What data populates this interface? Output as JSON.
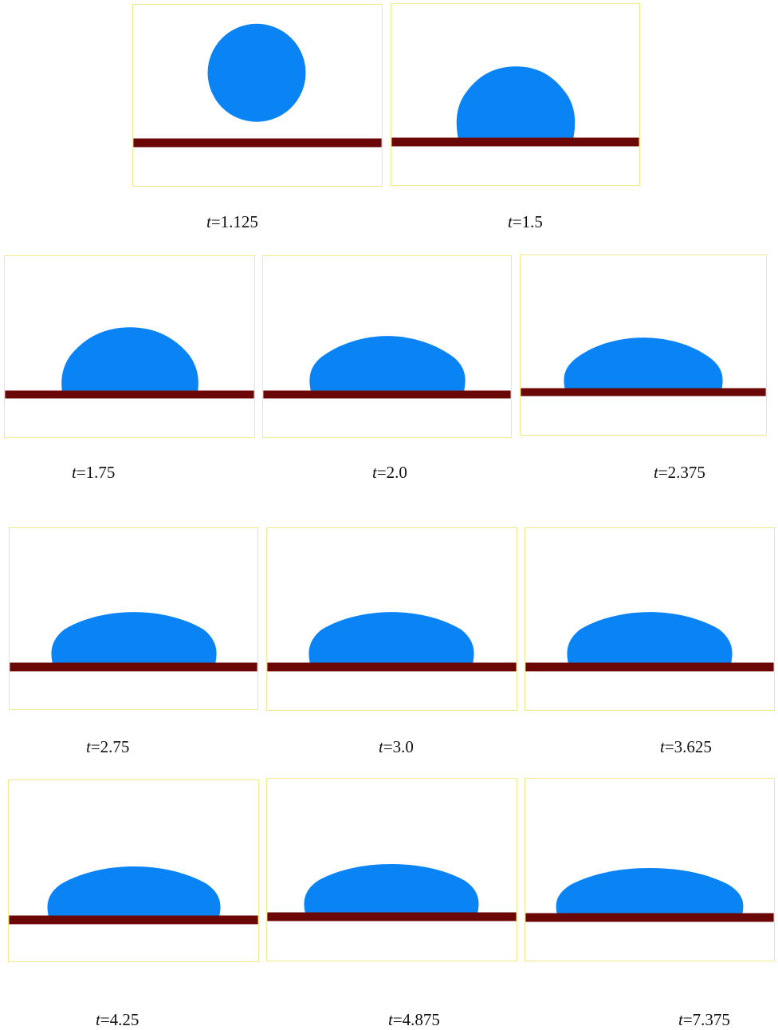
{
  "figure": {
    "colors": {
      "droplet": "#0a84f5",
      "substrate": "#6b0707",
      "frame": "#f3ea8c"
    },
    "time_symbol": "t",
    "frames": [
      {
        "label": "=1.125"
      },
      {
        "label": "=1.5"
      },
      {
        "label": "=1.75"
      },
      {
        "label": "=2.0"
      },
      {
        "label": "=2.375"
      },
      {
        "label": "=2.75"
      },
      {
        "label": "=3.0"
      },
      {
        "label": "=3.625"
      },
      {
        "label": "=4.25"
      },
      {
        "label": "=4.875"
      },
      {
        "label": "=7.375"
      }
    ]
  }
}
